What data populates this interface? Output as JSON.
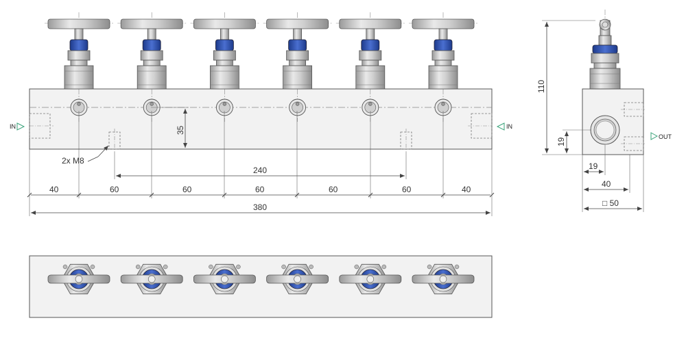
{
  "drawing": {
    "front_view": {
      "label_left": "IN",
      "label_right": "IN",
      "thread_note": "2x M8",
      "height_dim": "35",
      "hole_span_dim": "240",
      "segment_dims": [
        "40",
        "60",
        "60",
        "60",
        "60",
        "60",
        "40"
      ],
      "overall_dim": "380"
    },
    "side_view": {
      "height_dim": "110",
      "port_height_dim": "19",
      "port_offset_dim": "19",
      "width_dim": "40",
      "square_dim": "□ 50",
      "outlet_label": "OUT"
    },
    "top_view": {
      "valve_count": 6
    },
    "colors": {
      "body_fill": "#f2f2f2",
      "outline": "#555555",
      "steel": "#c9c9c9",
      "accent_blue": "#2f4fa8",
      "arrow_green": "#3aa37a",
      "center_line": "#888888"
    }
  }
}
